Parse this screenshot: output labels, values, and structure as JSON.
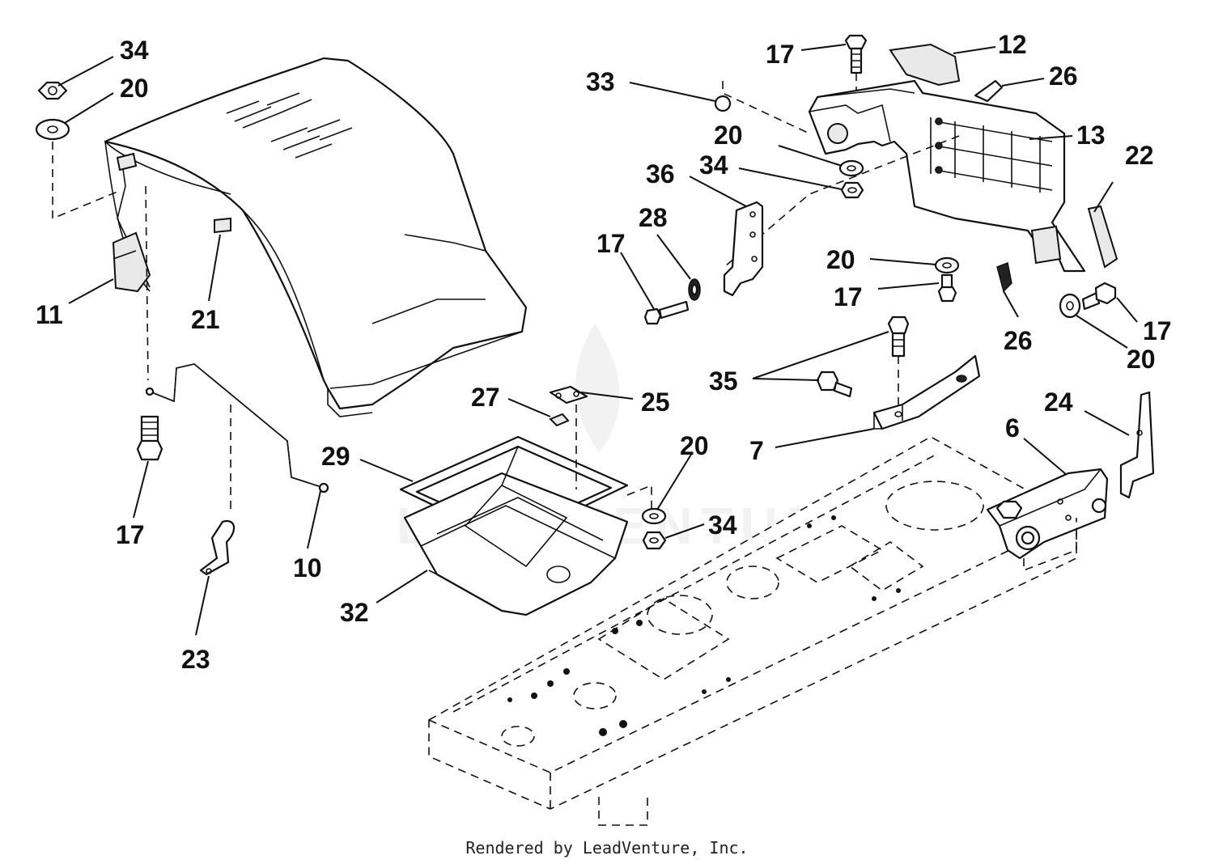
{
  "diagram": {
    "callouts": [
      {
        "id": "c-34a",
        "label": "34"
      },
      {
        "id": "c-20a",
        "label": "20"
      },
      {
        "id": "c-11",
        "label": "11"
      },
      {
        "id": "c-21",
        "label": "21"
      },
      {
        "id": "c-17a",
        "label": "17"
      },
      {
        "id": "c-10",
        "label": "10"
      },
      {
        "id": "c-23",
        "label": "23"
      },
      {
        "id": "c-27",
        "label": "27"
      },
      {
        "id": "c-25",
        "label": "25"
      },
      {
        "id": "c-29",
        "label": "29"
      },
      {
        "id": "c-32",
        "label": "32"
      },
      {
        "id": "c-20b",
        "label": "20"
      },
      {
        "id": "c-34b",
        "label": "34"
      },
      {
        "id": "c-17b",
        "label": "17"
      },
      {
        "id": "c-12",
        "label": "12"
      },
      {
        "id": "c-33",
        "label": "33"
      },
      {
        "id": "c-26a",
        "label": "26"
      },
      {
        "id": "c-20c",
        "label": "20"
      },
      {
        "id": "c-13",
        "label": "13"
      },
      {
        "id": "c-34c",
        "label": "34"
      },
      {
        "id": "c-36",
        "label": "36"
      },
      {
        "id": "c-22",
        "label": "22"
      },
      {
        "id": "c-28",
        "label": "28"
      },
      {
        "id": "c-17c",
        "label": "17"
      },
      {
        "id": "c-20d",
        "label": "20"
      },
      {
        "id": "c-17d",
        "label": "17"
      },
      {
        "id": "c-26b",
        "label": "26"
      },
      {
        "id": "c-17e",
        "label": "17"
      },
      {
        "id": "c-20e",
        "label": "20"
      },
      {
        "id": "c-35",
        "label": "35"
      },
      {
        "id": "c-7",
        "label": "7"
      },
      {
        "id": "c-6",
        "label": "6"
      },
      {
        "id": "c-24",
        "label": "24"
      }
    ],
    "watermark": "LEADVENTURE",
    "credit": "Rendered by LeadVenture, Inc."
  }
}
